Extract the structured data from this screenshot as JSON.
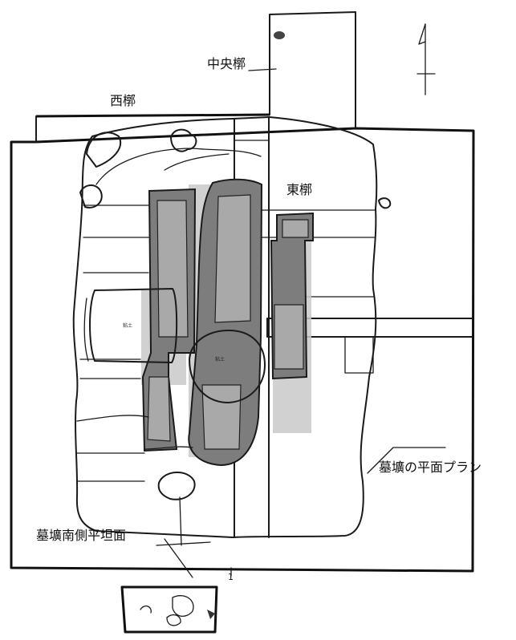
{
  "labels": {
    "central_pit": "中央槨",
    "west_pit": "西槨",
    "east_pit": "東槨",
    "plan": "墓壙の平面プラン",
    "south_flat": "墓壙南側平坦面",
    "clay_a": "粘土",
    "clay_b": "粘土",
    "section_mark": "1"
  },
  "colors": {
    "line": "#1a1a1a",
    "shading": "#c9c9c9",
    "coffin_fill": "#7d7d7d"
  }
}
